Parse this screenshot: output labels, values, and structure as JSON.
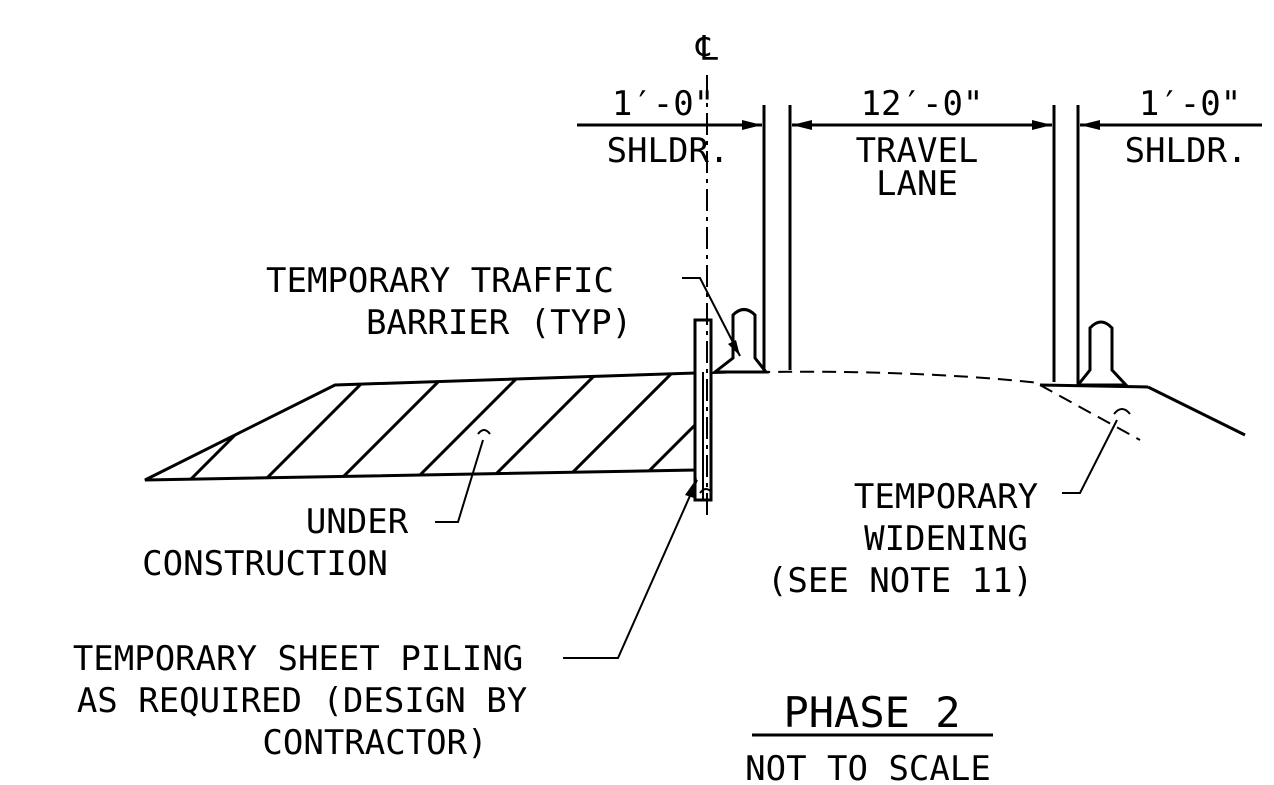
{
  "labels": {
    "centerline": "℄",
    "left_dim": "1′-0\"",
    "left_dim_sub": "SHLDR.",
    "mid_dim": "12′-0\"",
    "mid_dim_sub1": "TRAVEL",
    "mid_dim_sub2": "LANE",
    "right_dim": "1′-0\"",
    "right_dim_sub": "SHLDR.",
    "barrier_line1": "TEMPORARY TRAFFIC",
    "barrier_line2": "BARRIER (TYP)",
    "under_line1": "UNDER",
    "under_line2": "CONSTRUCTION",
    "widening_line1": "TEMPORARY",
    "widening_line2": "WIDENING",
    "widening_line3": "(SEE NOTE 11)",
    "piling_line1": "TEMPORARY SHEET PILING",
    "piling_line2": "AS REQUIRED (DESIGN BY",
    "piling_line3": "CONTRACTOR)",
    "phase_title": "PHASE 2",
    "scale_note": "NOT TO SCALE"
  }
}
